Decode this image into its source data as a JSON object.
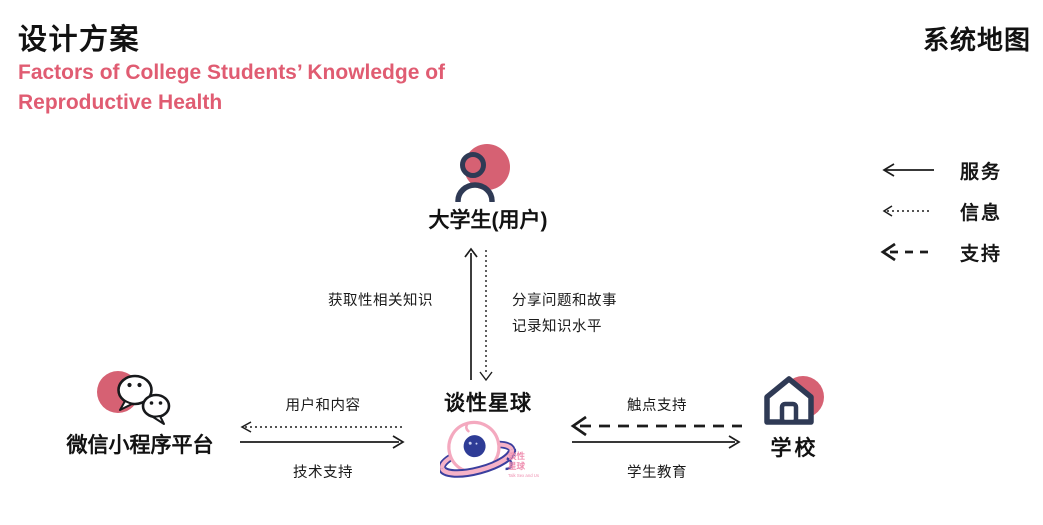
{
  "header": {
    "title": "设计方案",
    "subtitle_line1": "Factors of College Students’ Knowledge of",
    "subtitle_line2": "Reproductive Health",
    "section_title": "系统地图"
  },
  "colors": {
    "accent_rose": "#d66173",
    "subtitle_pink": "#e05c72",
    "icon_navy": "#2f3a55",
    "logo_pink": "#f4a9bf",
    "logo_blue": "#3a3f9e",
    "line_black": "#1c1c1c"
  },
  "legend": {
    "items": [
      {
        "label": "服务",
        "style": "solid"
      },
      {
        "label": "信息",
        "style": "dotted"
      },
      {
        "label": "支持",
        "style": "dashed"
      }
    ]
  },
  "nodes": {
    "student": {
      "label": "大学生(用户)"
    },
    "platform": {
      "label": "微信小程序平台"
    },
    "product": {
      "label": "谈性星球",
      "logo_text_line1": "谈性",
      "logo_text_line2": "星球",
      "logo_caption": "Talk Sex and Us"
    },
    "school": {
      "label": "学校"
    }
  },
  "edges": {
    "product_to_student": {
      "service_label": "获取性相关知识"
    },
    "student_to_product": {
      "info_label_line1": "分享问题和故事",
      "info_label_line2": "记录知识水平"
    },
    "platform_product": {
      "info_label": "用户和内容",
      "service_label": "技术支持"
    },
    "product_school": {
      "support_label": "触点支持",
      "service_label": "学生教育"
    }
  }
}
